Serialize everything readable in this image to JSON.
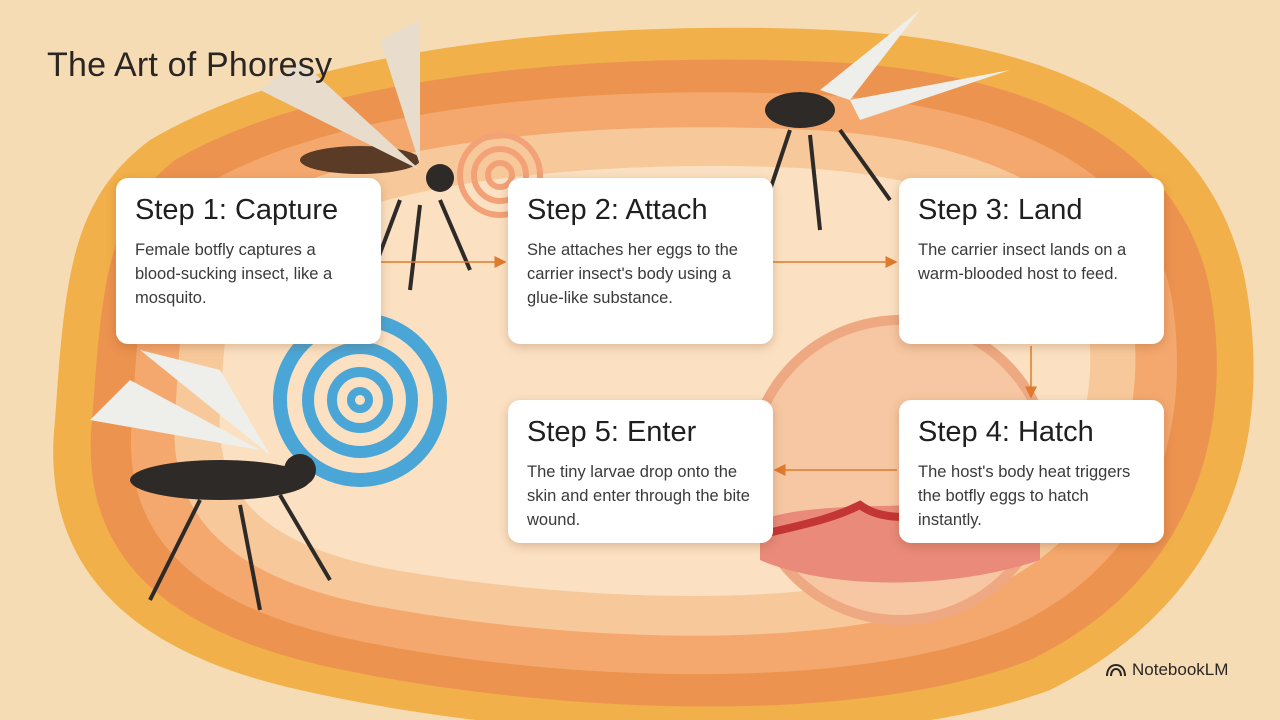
{
  "title": "The Art of Phoresy",
  "steps": [
    {
      "title": "Step 1: Capture",
      "text": "Female botfly captures a blood-sucking insect, like a mosquito."
    },
    {
      "title": "Step 2: Attach",
      "text": "She attaches her eggs to the carrier insect's body using a glue-like substance."
    },
    {
      "title": "Step 3: Land",
      "text": "The carrier insect lands on a warm-blooded host to feed."
    },
    {
      "title": "Step 4: Hatch",
      "text": "The host's body heat triggers the botfly eggs to hatch instantly."
    },
    {
      "title": "Step 5: Enter",
      "text": "The tiny larvae drop onto the skin and enter through the bite wound."
    }
  ],
  "brand": {
    "name": "NotebookLM",
    "icon": "notebooklm-logo-icon"
  },
  "colors": {
    "arrow": "#e07a2c",
    "card": "#ffffff",
    "background": "#f6dcb4",
    "swirl": "#4aa6d6"
  }
}
